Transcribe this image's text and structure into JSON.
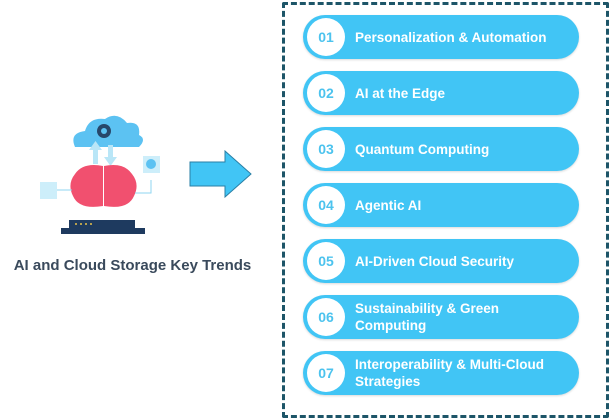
{
  "title": "AI and Cloud Storage Key Trends",
  "items": [
    {
      "num": "01",
      "label": "Personalization & Automation"
    },
    {
      "num": "02",
      "label": "AI at the Edge"
    },
    {
      "num": "03",
      "label": "Quantum Computing"
    },
    {
      "num": "04",
      "label": "Agentic AI"
    },
    {
      "num": "05",
      "label": "AI-Driven Cloud Security"
    },
    {
      "num": "06",
      "label": "Sustainability & Green Computing"
    },
    {
      "num": "07",
      "label": "Interoperability & Multi-Cloud Strategies"
    }
  ]
}
